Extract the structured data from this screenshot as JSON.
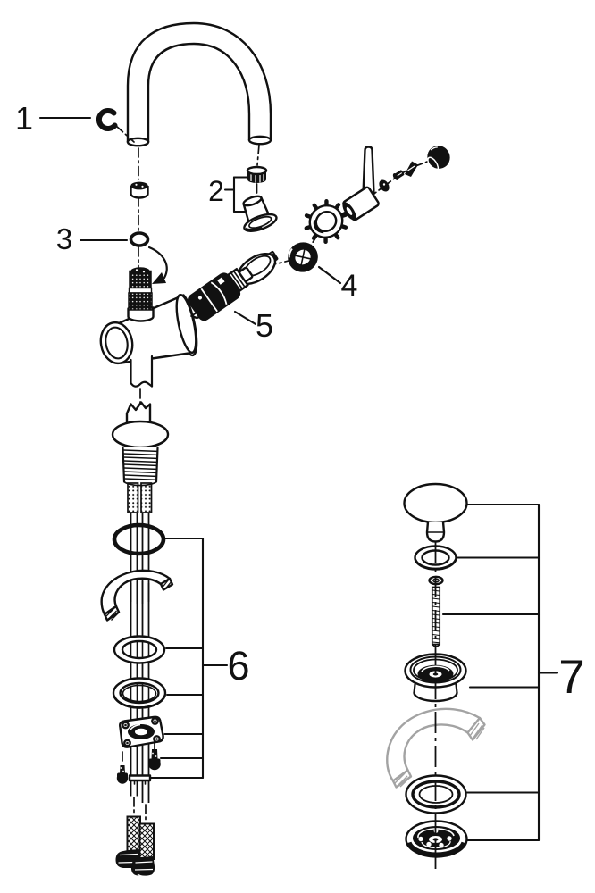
{
  "diagram": {
    "background": "#ffffff",
    "ink_color": "#111111",
    "muted_line_color": "#a3a3a3"
  },
  "callouts": [
    {
      "label": "1"
    },
    {
      "label": "2"
    },
    {
      "label": "3"
    },
    {
      "label": "4"
    },
    {
      "label": "5"
    },
    {
      "label": "6"
    },
    {
      "label": "7"
    }
  ]
}
